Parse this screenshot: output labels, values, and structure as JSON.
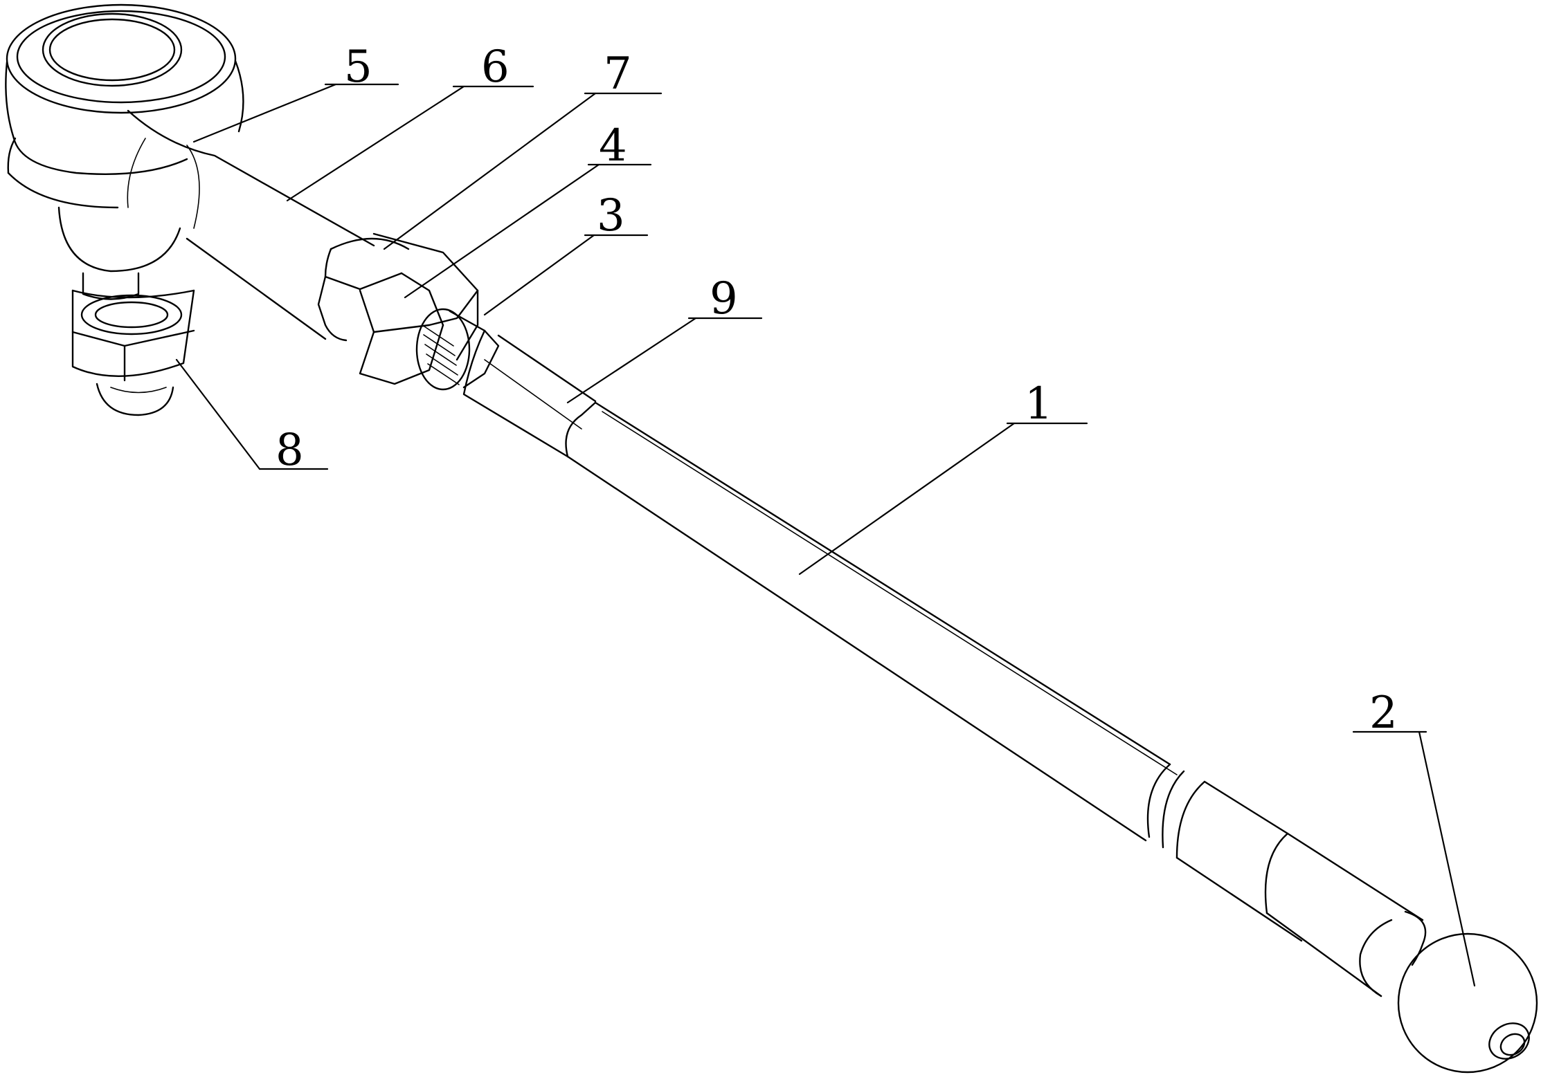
{
  "figure": {
    "description_type": "patent line drawing",
    "line_color": "#000000",
    "background_color": "#ffffff"
  },
  "callouts": [
    {
      "id": "1",
      "label": "1",
      "part": "rod-body"
    },
    {
      "id": "2",
      "label": "2",
      "part": "ball-end"
    },
    {
      "id": "3",
      "label": "3",
      "part": "threaded-stud"
    },
    {
      "id": "4",
      "label": "4",
      "part": "lock-nut"
    },
    {
      "id": "5",
      "label": "5",
      "part": "eye-housing"
    },
    {
      "id": "6",
      "label": "6",
      "part": "tie-rod-end-shank"
    },
    {
      "id": "7",
      "label": "7",
      "part": "washer"
    },
    {
      "id": "8",
      "label": "8",
      "part": "ball-stud-nut"
    },
    {
      "id": "9",
      "label": "9",
      "part": "sleeve"
    }
  ]
}
